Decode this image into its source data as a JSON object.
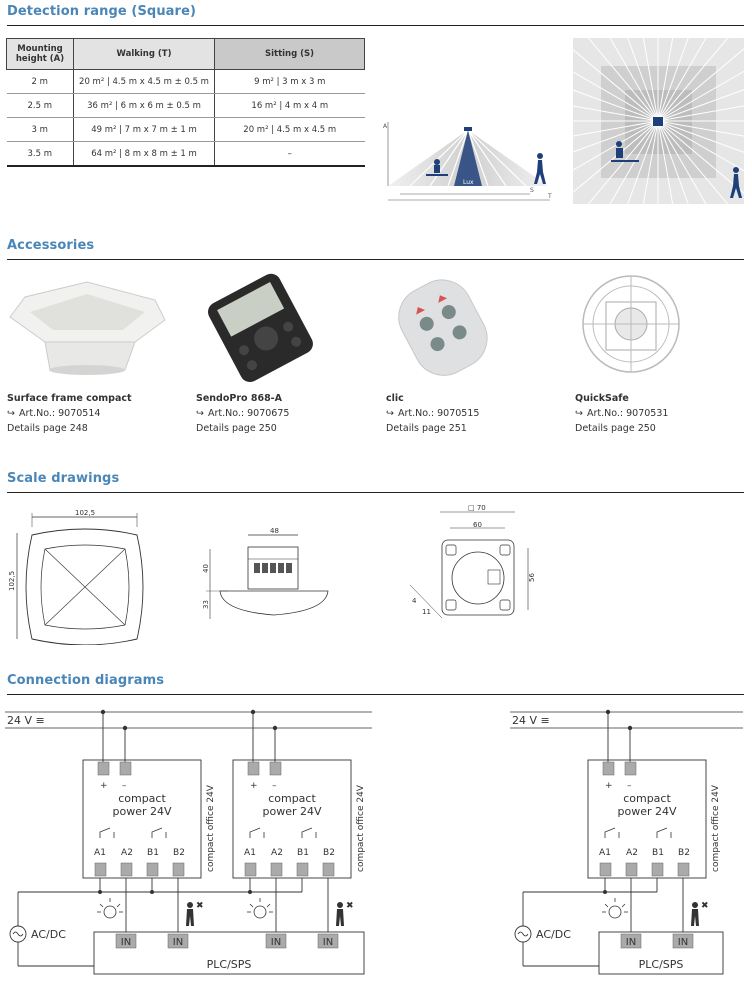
{
  "sections": {
    "detection": "Detection range (Square)",
    "accessories": "Accessories",
    "scale": "Scale drawings",
    "connection": "Connection diagrams"
  },
  "detection_table": {
    "headers": [
      "Mounting height (A)",
      "Walking (T)",
      "Sitting (S)"
    ],
    "rows": [
      [
        "2 m",
        "20 m² | 4.5 m x 4.5 m ± 0.5 m",
        "9 m² | 3 m x 3 m"
      ],
      [
        "2.5 m",
        "36 m² | 6 m x 6 m ± 0.5 m",
        "16 m² | 4 m x 4 m"
      ],
      [
        "3 m",
        "49 m² | 7 m x 7 m ± 1 m",
        "20 m² | 4.5 m x 4.5 m"
      ],
      [
        "3.5 m",
        "64 m² | 8 m x 8 m ± 1 m",
        "–"
      ]
    ]
  },
  "detection_diagram": {
    "axis_a": "A",
    "axis_s": "S",
    "axis_t": "T",
    "lux": "Lux"
  },
  "accessories": [
    {
      "name": "Surface frame compact",
      "art": "Art.No.: 9070514",
      "details": "Details page 248"
    },
    {
      "name": "SendoPro 868-A",
      "art": "Art.No.: 9070675",
      "details": "Details page 250"
    },
    {
      "name": "clic",
      "art": "Art.No.: 9070515",
      "details": "Details page 251"
    },
    {
      "name": "QuickSafe",
      "art": "Art.No.: 9070531",
      "details": "Details page 250"
    }
  ],
  "scale": {
    "d1_width": "102,5",
    "d1_height": "102,5",
    "d2_width": "48",
    "d2_upper": "40",
    "d2_lower": "33",
    "d3_outer": "□ 70",
    "d3_inner": "60",
    "d3_height": "56",
    "d3_a": "4",
    "d3_b": "11"
  },
  "connection": {
    "voltage": "24 V ≡",
    "plus": "+",
    "minus": "–",
    "power_line1": "compact",
    "power_line2": "power 24V",
    "side_label": "compact office 24V",
    "terminals": [
      "A1",
      "A2",
      "B1",
      "B2"
    ],
    "in": "IN",
    "acdc": "AC/DC",
    "plc": "PLC/SPS"
  }
}
